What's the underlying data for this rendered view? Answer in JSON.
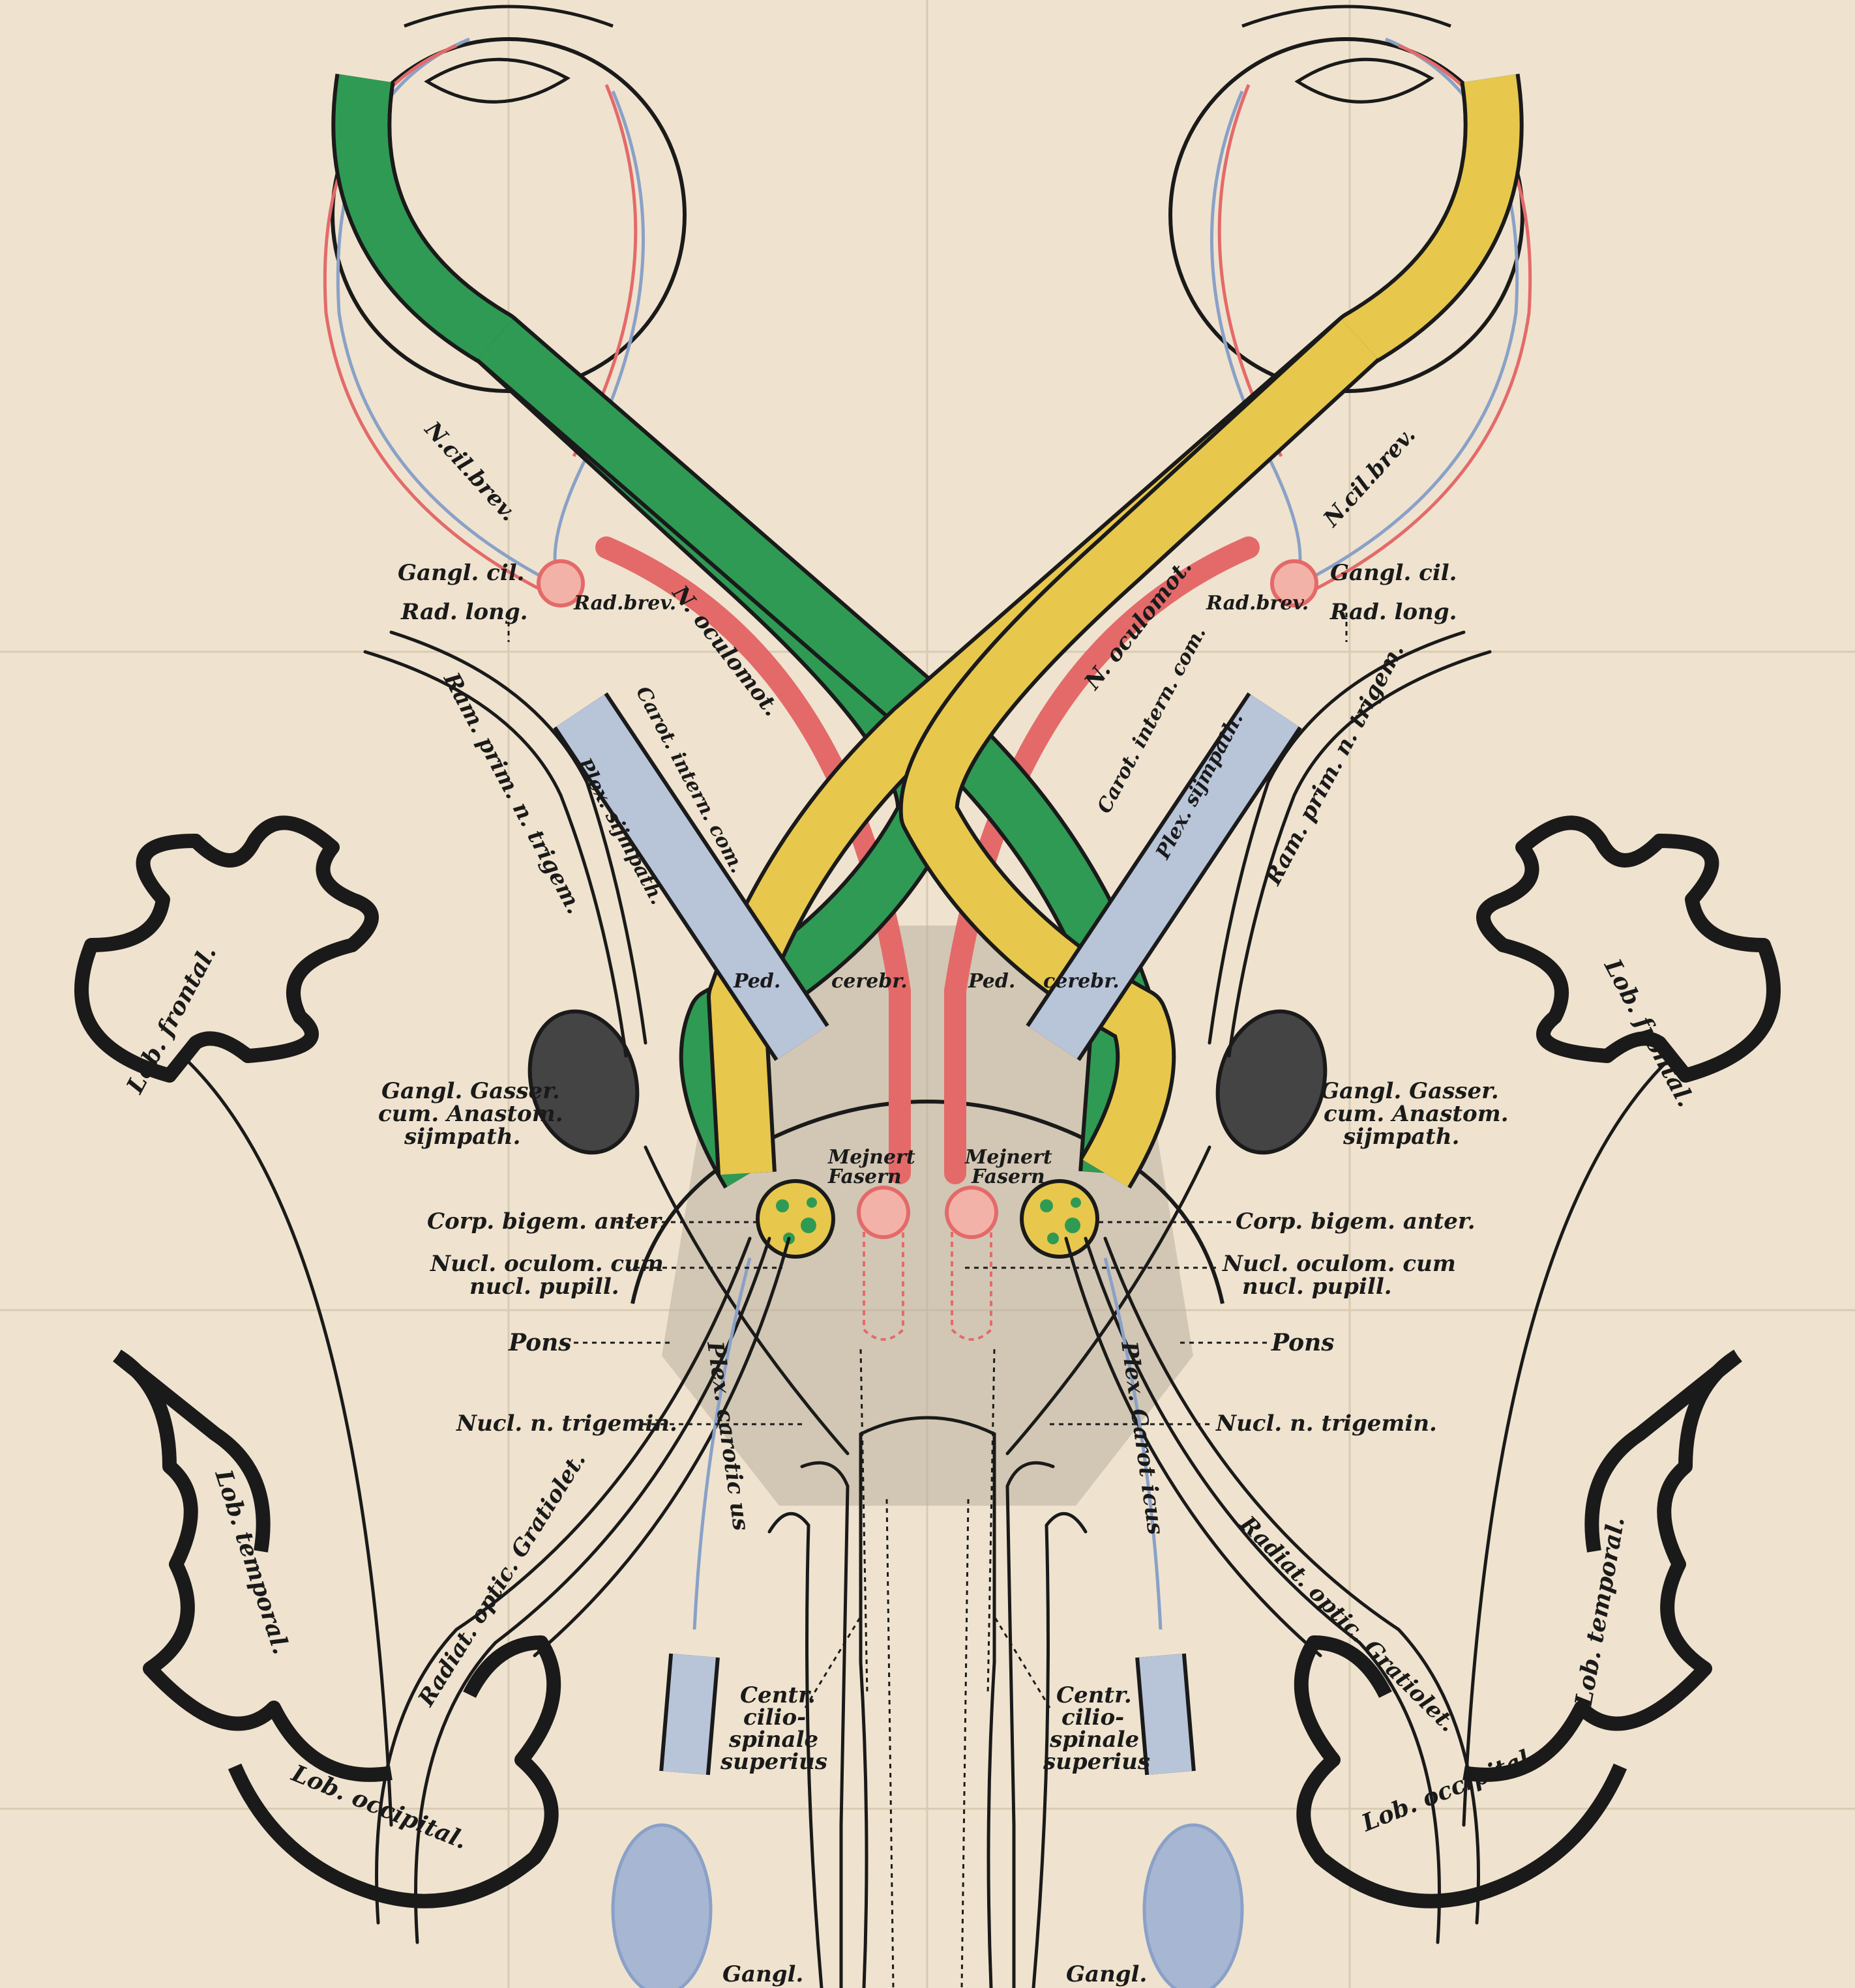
{
  "colors": {
    "paper": "#efe3cf",
    "green_tract": "#2f9a54",
    "yellow_tract": "#e7c84c",
    "red_oculomotor": "#e46a6a",
    "blue_sympathetic": "#8aa1c7",
    "ink": "#1a1a1a",
    "shade": "#b9b09f"
  },
  "labels": {
    "n_cil_brev_left": "N.cil.brev.",
    "n_cil_brev_right": "N.cil.brev.",
    "gangl_cil_left": "Gangl. cil.",
    "gangl_cil_right": "Gangl. cil.",
    "rad_long_left": "Rad. long.",
    "rad_long_right": "Rad. long.",
    "rad_brev_left": "Rad.brev.",
    "rad_brev_right": "Rad.brev.",
    "n_oculomot_left": "N. oculomot.",
    "n_oculomot_right": "N. oculomot.",
    "ram_prim_left": "Ram. prim. n. trigem.",
    "ram_prim_right": "Ram. prim. n. trigem.",
    "carot_left": "Carot. intern. com.",
    "carot_right": "Carot. intern. com.",
    "plex_sympath_left": "Plex. sijmpath.",
    "plex_sympath_right": "Plex. sijmpath.",
    "ped_left": "Ped.",
    "cerebr_left": "cerebr.",
    "ped_right": "Ped.",
    "cerebr_right": "cerebr.",
    "lob_frontal_left": "Lob. frontal.",
    "lob_frontal_right": "Lob. frontal.",
    "gangl_gasser_left_1": "Gangl. Gasser.",
    "gangl_gasser_left_2": "cum. Anastom.",
    "gangl_gasser_left_3": "sijmpath.",
    "gangl_gasser_right_1": "Gangl. Gasser.",
    "gangl_gasser_right_2": "cum. Anastom.",
    "gangl_gasser_right_3": "sijmpath.",
    "mejnert_left_1": "Mejnert",
    "mejnert_left_2": "Fasern",
    "mejnert_right_1": "Mejnert",
    "mejnert_right_2": "Fasern",
    "corp_bigem_left": "Corp. bigem. anter.",
    "corp_bigem_right": "Corp. bigem. anter.",
    "nucl_oculom_left_1": "Nucl. oculom. cum",
    "nucl_oculom_left_2": "nucl. pupill.",
    "nucl_oculom_right_1": "Nucl. oculom. cum",
    "nucl_oculom_right_2": "nucl. pupill.",
    "pons_left": "Pons",
    "pons_right": "Pons",
    "nucl_trigemin_left": "Nucl. n. trigemin.",
    "nucl_trigemin_right": "Nucl. n. trigemin.",
    "plex_carot_left": "Plex. carotic us",
    "plex_carot_right": "Plex. Carot icus",
    "lob_temporal_left": "Lob. temporal.",
    "lob_temporal_right": "Lob. temporal.",
    "radiat_left": "Radiat. optic. Gratiolet.",
    "radiat_right": "Radiat. optic. Gratiolet.",
    "centr_left_1": "Centr.",
    "centr_left_2": "cilio-",
    "centr_left_3": "spinale",
    "centr_left_4": "superius",
    "centr_right_1": "Centr.",
    "centr_right_2": "cilio-",
    "centr_right_3": "spinale",
    "centr_right_4": "superius",
    "lob_occipital_left": "Lob. occipital.",
    "lob_occipital_right": "Lob. occipital.",
    "gangl_bottom_left": "Gangl.",
    "gangl_bottom_right": "Gangl."
  }
}
